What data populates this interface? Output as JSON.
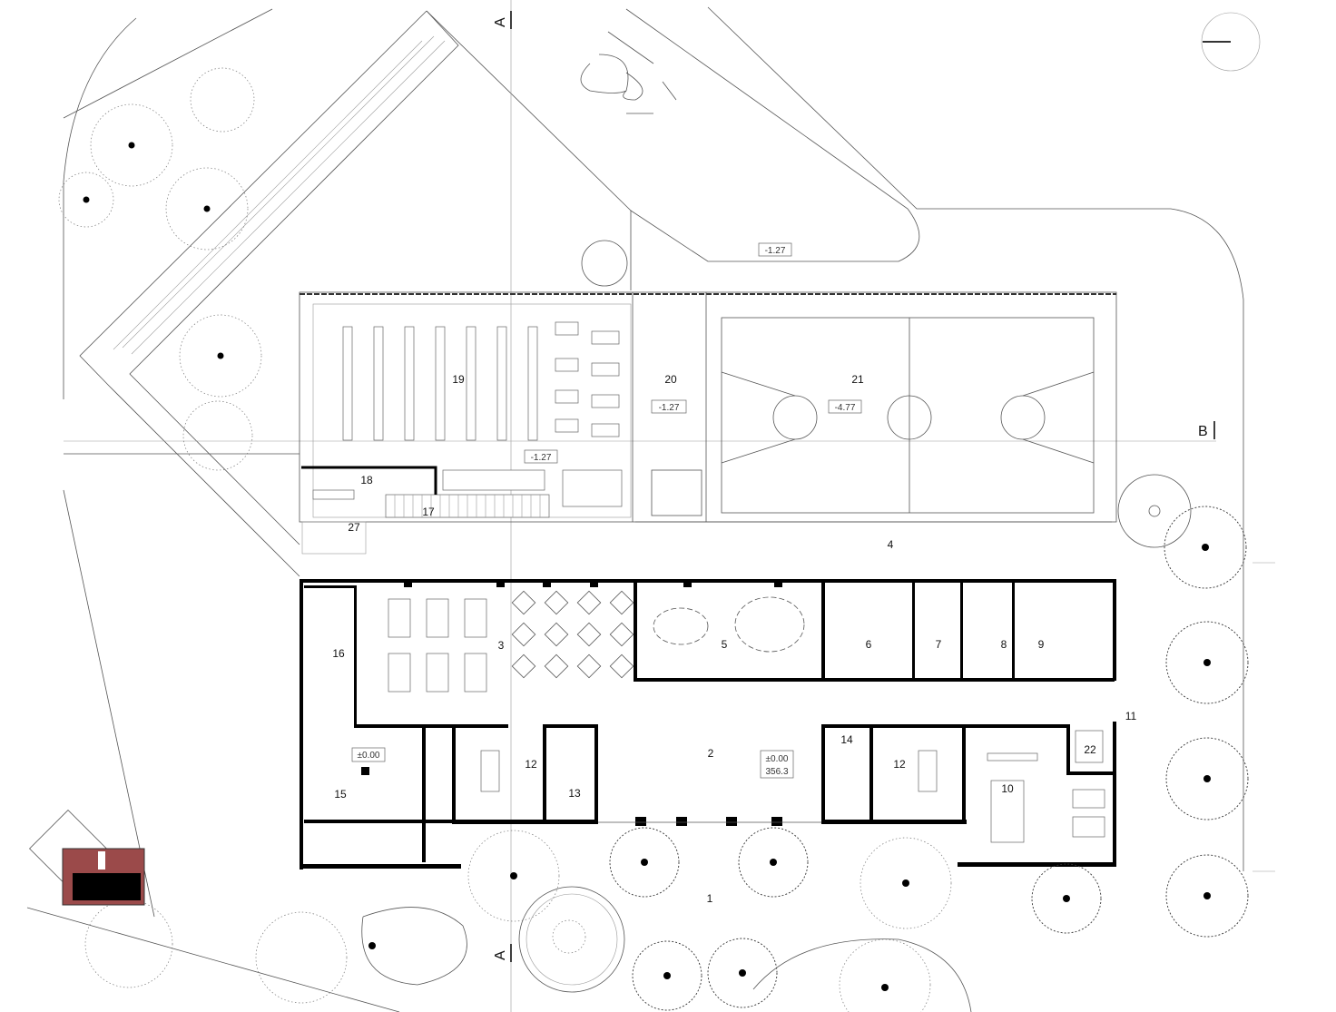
{
  "plan": {
    "section_markers": {
      "a_top": "A",
      "a_bottom": "A",
      "b_right": "B"
    },
    "rooms": {
      "r1": "1",
      "r2": "2",
      "r3": "3",
      "r4": "4",
      "r5": "5",
      "r6": "6",
      "r7": "7",
      "r8": "8",
      "r9": "9",
      "r10": "10",
      "r11": "11",
      "r12a": "12",
      "r12b": "12",
      "r13": "13",
      "r14": "14",
      "r15": "15",
      "r16": "16",
      "r17": "17",
      "r18": "18",
      "r19": "19",
      "r20": "20",
      "r21": "21",
      "r22": "22",
      "r27": "27"
    },
    "elevations": {
      "landscape": "-1.27",
      "room20": "-1.27",
      "room19": "-1.27",
      "room21": "-4.77",
      "room15": "±0.00",
      "room2": "±0.00",
      "room2_abs": "356.3"
    },
    "colors": {
      "house": "#9b4a4a",
      "wall": "#000000"
    }
  }
}
